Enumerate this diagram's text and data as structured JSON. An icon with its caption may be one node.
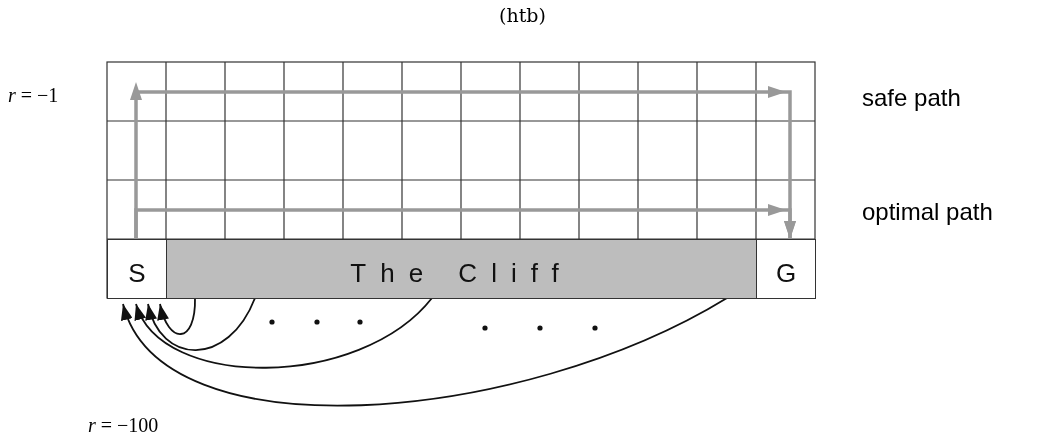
{
  "diagram": {
    "title": "(htb)",
    "nodes": [
      {
        "text": [
          "S"
        ]
      },
      {
        "text": [
          "The Cliff"
        ]
      },
      {
        "text": [
          "G"
        ]
      }
    ],
    "edges": [
      {
        "from": 0,
        "to": 2,
        "arrow": "to",
        "style": "thick",
        "color": "#999999"
      },
      {
        "from": 0,
        "to": 2,
        "arrow": "to",
        "style": "thick",
        "color": "#999999"
      },
      {
        "from": 1,
        "to": 0,
        "arrow": "to"
      },
      {
        "from": 1,
        "to": 0,
        "arrow": "to"
      },
      {
        "from": 1,
        "to": 0,
        "arrow": "to"
      },
      {
        "from": 1,
        "to": 0,
        "arrow": "to"
      }
    ],
    "labels": [
      "*r* = −1",
      "safe path",
      "optimal path",
      "*r* = −100"
    ]
  }
}
